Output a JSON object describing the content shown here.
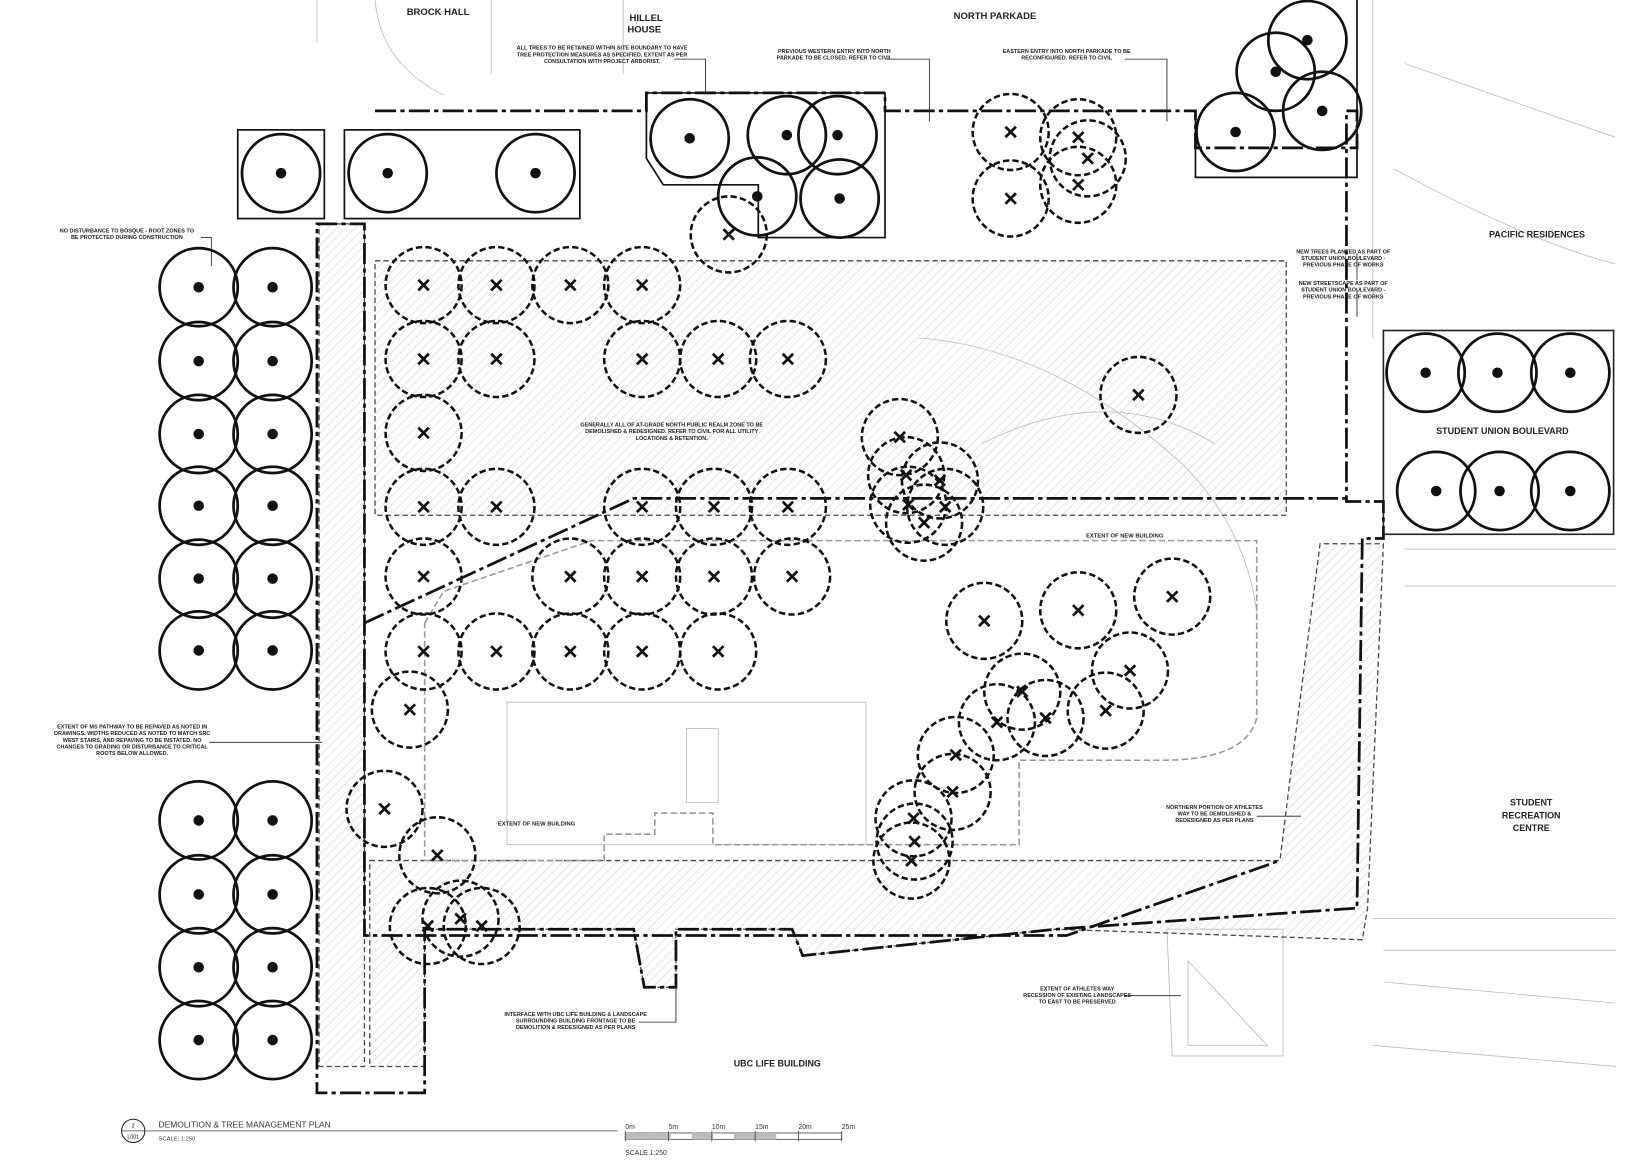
{
  "places": {
    "brock_hall": "BROCK HALL",
    "hillel_1": "HILLEL",
    "hillel_2": "HOUSE",
    "north_parkade": "NORTH PARKADE",
    "pacific_residences": "PACIFIC RESIDENCES",
    "student_union_blvd": "STUDENT UNION BOULEVARD",
    "src_1": "STUDENT",
    "src_2": "RECREATION",
    "src_3": "CENTRE",
    "ubc_life": "UBC LIFE BUILDING",
    "extent_building_1": "EXTENT OF NEW BUILDING",
    "extent_building_2": "EXTENT OF NEW BUILDING"
  },
  "notes": {
    "retained": [
      "ALL TREES TO BE RETAINED WITHIN SITE BOUNDARY TO HAVE",
      "TREE PROTECTION MEASURES AS SPECIFIED, EXTENT AS PER",
      "CONSULTATION WITH PROJECT ARBORIST."
    ],
    "west_entry": [
      "PREVIOUS WESTERN ENTRY INTO NORTH",
      "PARKADE TO BE CLOSED. REFER TO CIVIL"
    ],
    "east_entry": [
      "EASTERN ENTRY INTO NORTH PARKADE TO BE",
      "RECONFIGURED. REFER TO CIVIL"
    ],
    "bosque": [
      "NO DISTURBANCE TO BOSQUE - ROOT ZONES TO",
      "BE PROTECTED DURING CONSTRUCTION"
    ],
    "new_trees": [
      "NEW TREES PLANTED AS PART OF",
      "STUDENT UNION BOULEVARD -",
      "PREVIOUS PHASE OF WORKS"
    ],
    "new_streetscape": [
      "NEW STREETSCAPE AS PART OF",
      "STUDENT UNION BOULEVARD -",
      "PREVIOUS PHASE OF WORKS"
    ],
    "public_realm": [
      "GENERALLY ALL OF AT-GRADE NORTH PUBLIC REALM ZONE TO BE",
      "DEMOLISHED & REDESIGNED. REFER TO CIVIL FOR ALL UTILITY",
      "LOCATIONS & RETENTION."
    ],
    "pathway": [
      "EXTENT OF MS PATHWAY TO BE REPAVED AS NOTED IN",
      "DRAWINGS. WIDTHS REDUCED AS NOTED TO MATCH SRC",
      "WEST STAIRS, AND REPAVING TO BE INSTATED. NO",
      "CHANGES TO GRADING OR DISTURBANCE TO CRITICAL",
      "ROOTS BELOW ALLOWED."
    ],
    "athletes_way": [
      "NORTHERN PORTION OF ATHLETES",
      "WAY TO BE DEMOLISHED &",
      "REDESIGNED AS PER PLANS"
    ],
    "ubc_interface": [
      "INTERFACE WITH UBC LIFE BUILDING & LANDSCAPE",
      "SURROUNDING BUILDING FRONTAGE TO BE",
      "DEMOLITION & REDESIGNED AS PER PLANS"
    ],
    "athletes_recess": [
      "EXTENT OF ATHLETES WAY",
      "RECESSION OF EXISTING LANDSCAPES",
      "TO EAST TO BE PRESERVED"
    ]
  },
  "title_block": {
    "number": "2",
    "sheet": "L001",
    "title": "DEMOLITION & TREE MANAGEMENT PLAN",
    "scale": "SCALE:  1:250"
  },
  "scale_bar": {
    "ticks": [
      "0m",
      "5m",
      "10m",
      "15m",
      "20m",
      "25m"
    ],
    "label": "SCALE 1:250"
  }
}
